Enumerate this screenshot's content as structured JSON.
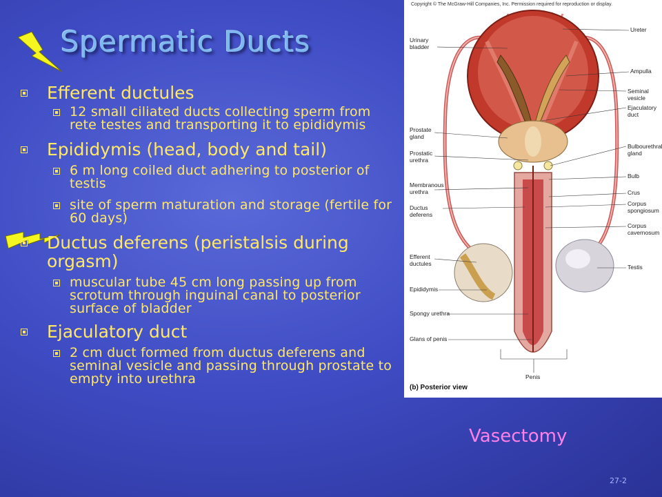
{
  "title": "Spermatic Ducts",
  "bullets": [
    {
      "text": "Efferent ductules",
      "sub": [
        "12 small ciliated ducts collecting sperm from rete testes and transporting it to epididymis"
      ]
    },
    {
      "text": "Epididymis (head, body and tail)",
      "sub": [
        "6 m long coiled duct adhering to posterior of testis",
        "site of sperm maturation and storage (fertile for 60 days)"
      ]
    },
    {
      "text": "Ductus deferens (peristalsis during orgasm)",
      "sub": [
        "muscular tube 45 cm long passing up from scrotum through inguinal canal to posterior surface of bladder"
      ]
    },
    {
      "text": "Ejaculatory duct",
      "sub": [
        "2 cm duct formed from ductus deferens and seminal vesicle and passing through prostate to empty into urethra"
      ]
    }
  ],
  "diagram": {
    "copyright": "Copyright © The McGraw-Hill Companies, Inc. Permission required for reproduction or display.",
    "view_label": "(b) Posterior view",
    "labels_left": [
      "Urinary bladder",
      "Prostate gland",
      "Prostatic urethra",
      "Membranous urethra",
      "Ductus deferens",
      "Efferent ductules",
      "Epididymis",
      "Spongy urethra",
      "Glans of penis"
    ],
    "labels_right": [
      "Ureter",
      "Ampulla",
      "Seminal vesicle",
      "Ejaculatory duct",
      "Bulbourethral gland",
      "Bulb",
      "Crus",
      "Corpus spongiosum",
      "Corpus cavernosum",
      "Testis"
    ],
    "label_bottom": "Penis"
  },
  "caption": "Vasectomy",
  "slide_number": "27-2",
  "colors": {
    "text": "#ffe868",
    "title": "#7fb8f0",
    "caption": "#ff80e8",
    "bolt": "#f5f520"
  }
}
